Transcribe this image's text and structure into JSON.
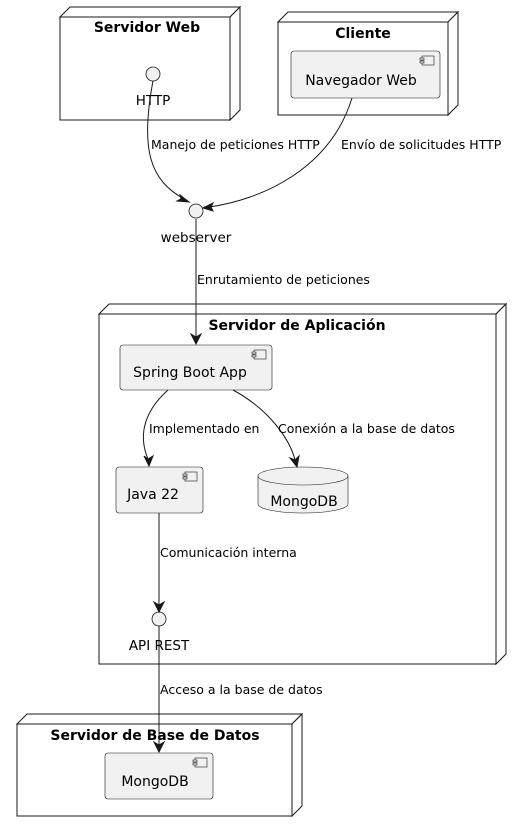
{
  "nodes": {
    "web_server": {
      "title": "Servidor Web",
      "interface": "HTTP"
    },
    "client": {
      "title": "Cliente",
      "component": "Navegador Web"
    },
    "app_server": {
      "title": "Servidor de Aplicación",
      "spring": "Spring Boot App",
      "java": "Java 22",
      "mongo_db": "MongoDB",
      "api": "API REST"
    },
    "db_server": {
      "title": "Servidor de Base de Datos",
      "component": "MongoDB"
    }
  },
  "interfaces": {
    "webserver": "webserver"
  },
  "edges": {
    "http_to_webserver": "Manejo de peticiones HTTP",
    "client_to_webserver": "Envío de solicitudes HTTP",
    "webserver_to_spring": "Enrutamiento de peticiones",
    "spring_to_java": "Implementado en",
    "spring_to_mongo": "Conexión a la base de datos",
    "java_to_api": "Comunicación interna",
    "api_to_db": "Acceso a la base de datos"
  }
}
